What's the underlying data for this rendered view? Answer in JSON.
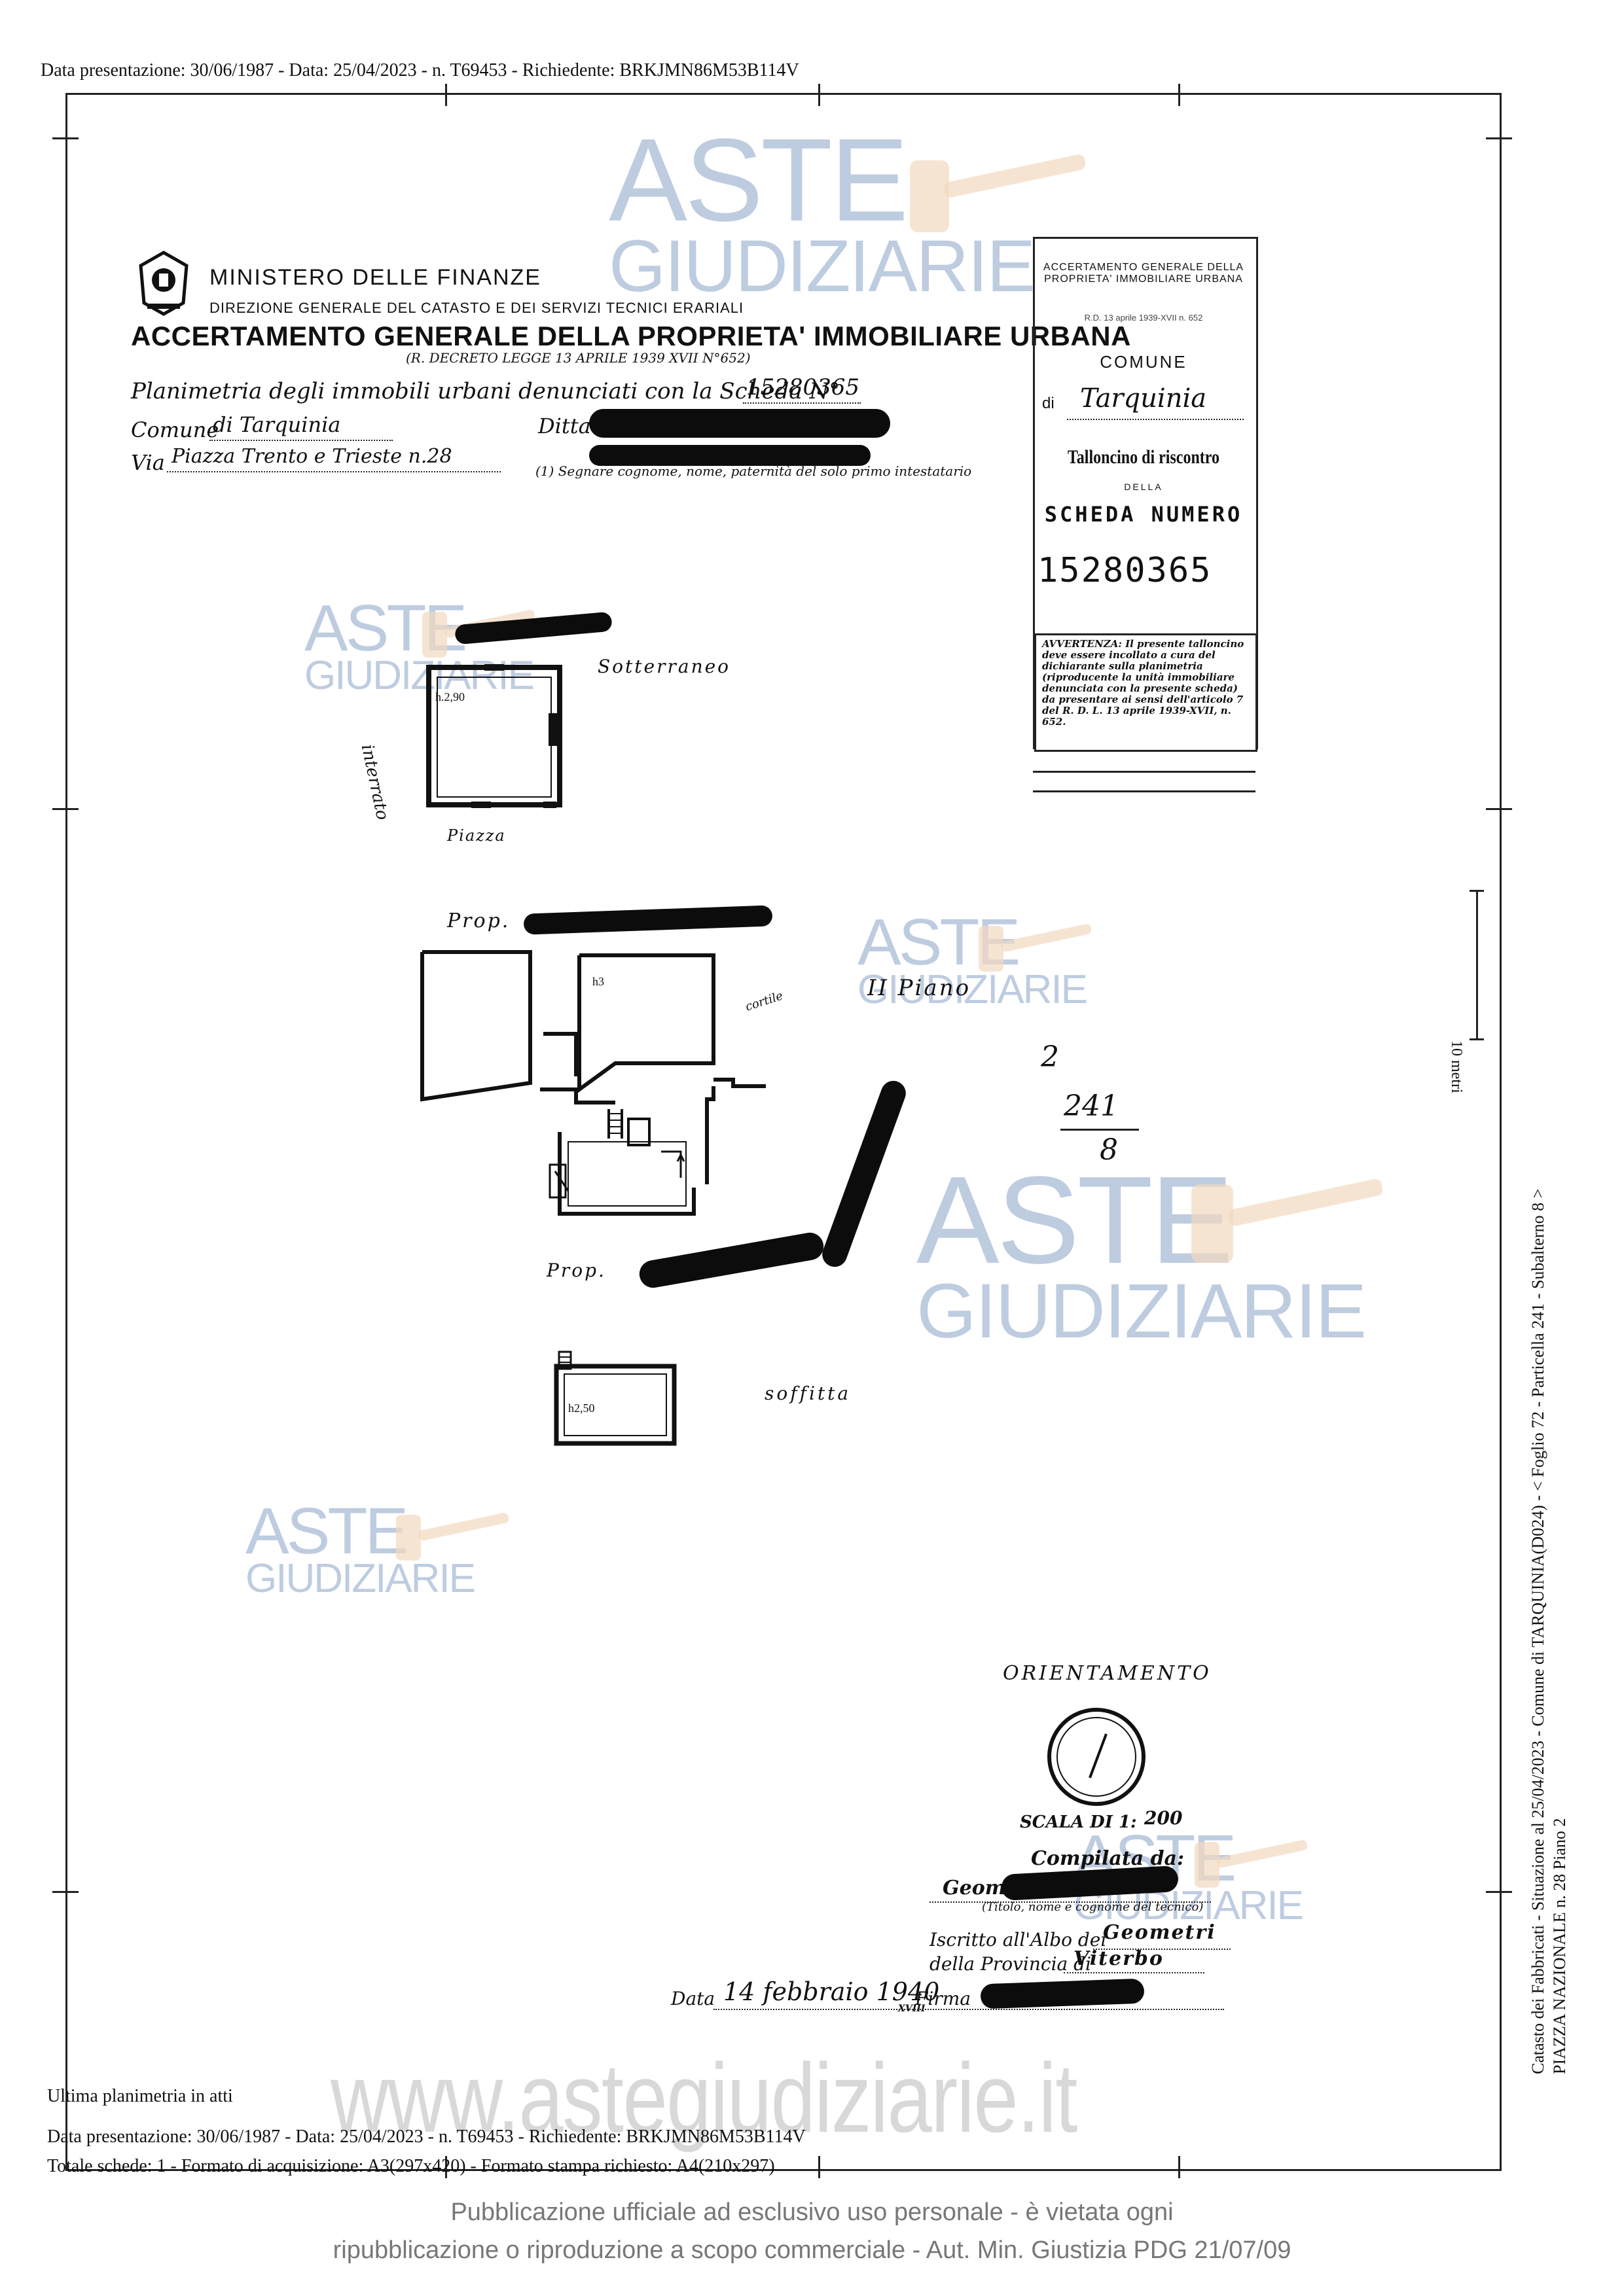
{
  "header_line": "Data presentazione: 30/06/1987 - Data: 25/04/2023 - n. T69453 - Richiedente: BRKJMN86M53B114V",
  "watermark": {
    "line1": "ASTE",
    "line2": "GIUDIZIARIE",
    "site": "www.astegiudiziarie.it"
  },
  "form": {
    "ministry": "MINISTERO DELLE FINANZE",
    "direction": "DIREZIONE GENERALE DEL CATASTO E DEI SERVIZI TECNICI ERARIALI",
    "main_title": "ACCERTAMENTO GENERALE DELLA PROPRIETA' IMMOBILIARE URBANA",
    "decree": "(R. DECRETO LEGGE 13 APRILE 1939 XVII N°652)",
    "planimetria_label": "Planimetria degli immobili urbani denunciati con la Scheda N°",
    "scheda_value": "15280365",
    "comune_label": "Comune",
    "comune_value": "di Tarquinia",
    "ditta_label": "Ditta",
    "via_label": "Via",
    "via_value": "Piazza Trento e Trieste n.28",
    "footnote": "(1) Segnare cognome, nome, paternità del solo primo intestatario"
  },
  "tagliando": {
    "header": "ACCERTAMENTO GENERALE DELLA PROPRIETA' IMMOBILIARE URBANA",
    "sub": "R.D. 13 aprile 1939-XVII n. 652",
    "comune_title": "COMUNE",
    "di_label": "di",
    "di_value": "Tarquinia",
    "talloncino": "Talloncino di riscontro",
    "della": "DELLA",
    "scheda_numero": "SCHEDA NUMERO",
    "numero": "15280365",
    "avvertenza": "AVVERTENZA: Il presente talloncino deve essere incollato a cura del dichiarante sulla planimetria (riproducente la unità immobiliare denunciata con la presente scheda) da presentare ai sensi dell'articolo 7 del R. D. L. 13 aprile 1939-XVII, n. 652."
  },
  "plan": {
    "sotterraneo": "Sotterraneo",
    "interrato": "interrato",
    "piazza": "Piazza",
    "h1": "h.2,90",
    "prop_top": "Prop.",
    "secondo_piano": "II Piano",
    "h2": "h3",
    "cortile": "cortile",
    "prop_bottom": "Prop.",
    "soffitta": "soffitta",
    "h3": "h2,50",
    "foglio_note_top": "2",
    "foglio_note_mid": "241",
    "foglio_note_bot": "8"
  },
  "orientamento": {
    "title": "ORIENTAMENTO",
    "scala_label": "SCALA DI 1:",
    "scala_value": "200",
    "compilata": "Compilata da:",
    "geom": "Geom.",
    "titolo_note": "(Titolo, nome e cognome del tecnico)",
    "iscritto_label": "Iscritto all'Albo dei",
    "iscritto_value": "Geometri",
    "provincia_label": "della Provincia di",
    "provincia_value": "Viterbo",
    "data_label": "Data",
    "data_value": "14 febbraio 1940",
    "data_suffix": "XVIII",
    "firma_label": "Firma"
  },
  "side_text": {
    "line1": "Catasto dei Fabbricati - Situazione al 25/04/2023 - Comune di TARQUINIA(D024) - < Foglio 72 - Particella 241 - Subalterno 8 >",
    "line2": "PIAZZA NAZIONALE n. 28 Piano 2",
    "scale_text": "10 metri"
  },
  "footer": {
    "ultima": "Ultima planimetria in atti",
    "line1": "Data presentazione: 30/06/1987 - Data: 25/04/2023 - n. T69453 - Richiedente: BRKJMN86M53B114V",
    "line2": "Totale schede: 1 - Formato di acquisizione: A3(297x420)  - Formato stampa richiesto: A4(210x297)",
    "pub1": "Pubblicazione ufficiale ad esclusivo uso personale - è vietata ogni",
    "pub2": "ripubblicazione o riproduzione a scopo commerciale - Aut. Min. Giustizia PDG 21/07/09"
  }
}
